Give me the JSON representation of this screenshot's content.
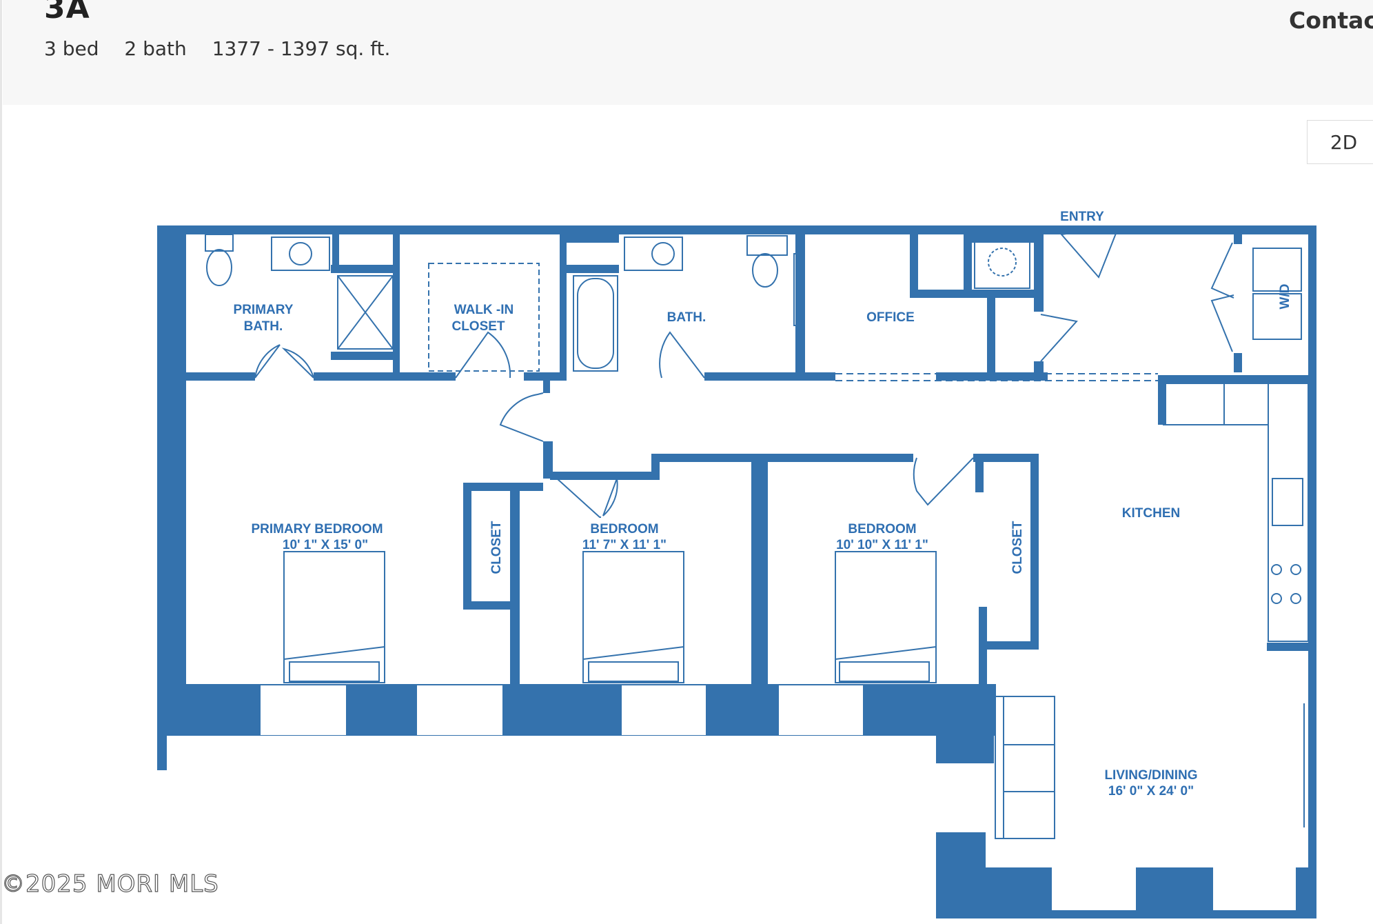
{
  "header": {
    "unit_name": "3A",
    "beds": "3 bed",
    "baths": "2 bath",
    "sqft": "1377 - 1397 sq. ft.",
    "contact_label": "Contac"
  },
  "view_toggle": {
    "label": "2D"
  },
  "floorplan": {
    "color": "#3472ad",
    "rooms": {
      "primary_bath_l1": "PRIMARY",
      "primary_bath_l2": "BATH.",
      "walk_in_l1": "WALK -IN",
      "walk_in_l2": "CLOSET",
      "bath": "BATH.",
      "office": "OFFICE",
      "entry": "ENTRY",
      "wd": "W/D",
      "kitchen": "KITCHEN",
      "primary_bedroom": "PRIMARY BEDROOM",
      "primary_bedroom_dims": "10' 1\" X 15' 0\"",
      "closet_left": "CLOSET",
      "bedroom_2": "BEDROOM",
      "bedroom_2_dims": "11' 7\" X 11' 1\"",
      "bedroom_3": "BEDROOM",
      "bedroom_3_dims": "10' 10\" X 11' 1\"",
      "closet_right": "CLOSET",
      "living_dining": "LIVING/DINING",
      "living_dining_dims": "16' 0\" X 24' 0\""
    }
  },
  "watermark": "©2025 MORI MLS"
}
